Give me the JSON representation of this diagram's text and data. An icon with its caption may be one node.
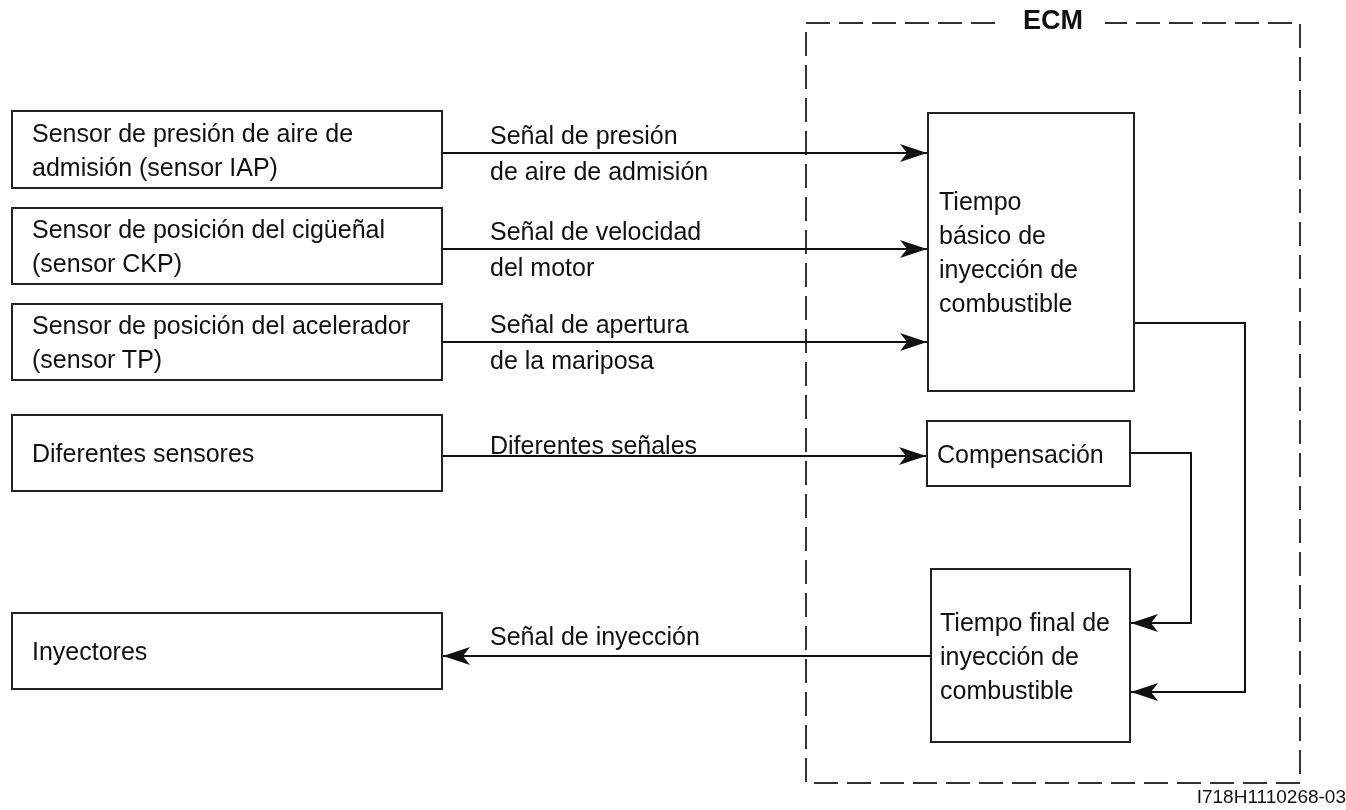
{
  "diagram": {
    "nodes": [
      {
        "text": [
          "ECM"
        ]
      },
      {
        "text": [
          "Sensor de presión de aire de admisión (sensor IAP)"
        ]
      },
      {
        "text": [
          "Sensor de posición del cigüeñal (sensor CKP)"
        ]
      },
      {
        "text": [
          "Sensor de posición del acelerador (sensor TP)"
        ]
      },
      {
        "text": [
          "Diferentes sensores"
        ]
      },
      {
        "text": [
          "Inyectores"
        ]
      },
      {
        "text": [
          "Tiempo básico de inyección de combustible"
        ],
        "in": 0
      },
      {
        "text": [
          "Compensación"
        ],
        "in": 0
      },
      {
        "text": [
          "Tiempo final de inyección de combustible"
        ],
        "in": 0
      }
    ],
    "edges": [
      {
        "from": 1,
        "to": 6,
        "arrow": "to",
        "label": "Señal de presión de aire de admisión"
      },
      {
        "from": 2,
        "to": 6,
        "arrow": "to",
        "label": "Señal de velocidad del motor"
      },
      {
        "from": 3,
        "to": 6,
        "arrow": "to",
        "label": "Señal de apertura de la mariposa"
      },
      {
        "from": 4,
        "to": 7,
        "arrow": "to",
        "label": "Diferentes señales"
      },
      {
        "from": 8,
        "to": 5,
        "arrow": "to",
        "label": "Señal de inyección"
      },
      {
        "from": 6,
        "to": 8,
        "arrow": "to"
      },
      {
        "from": 7,
        "to": 8,
        "arrow": "to"
      }
    ],
    "labels": [
      "I718H1110268-03"
    ]
  }
}
